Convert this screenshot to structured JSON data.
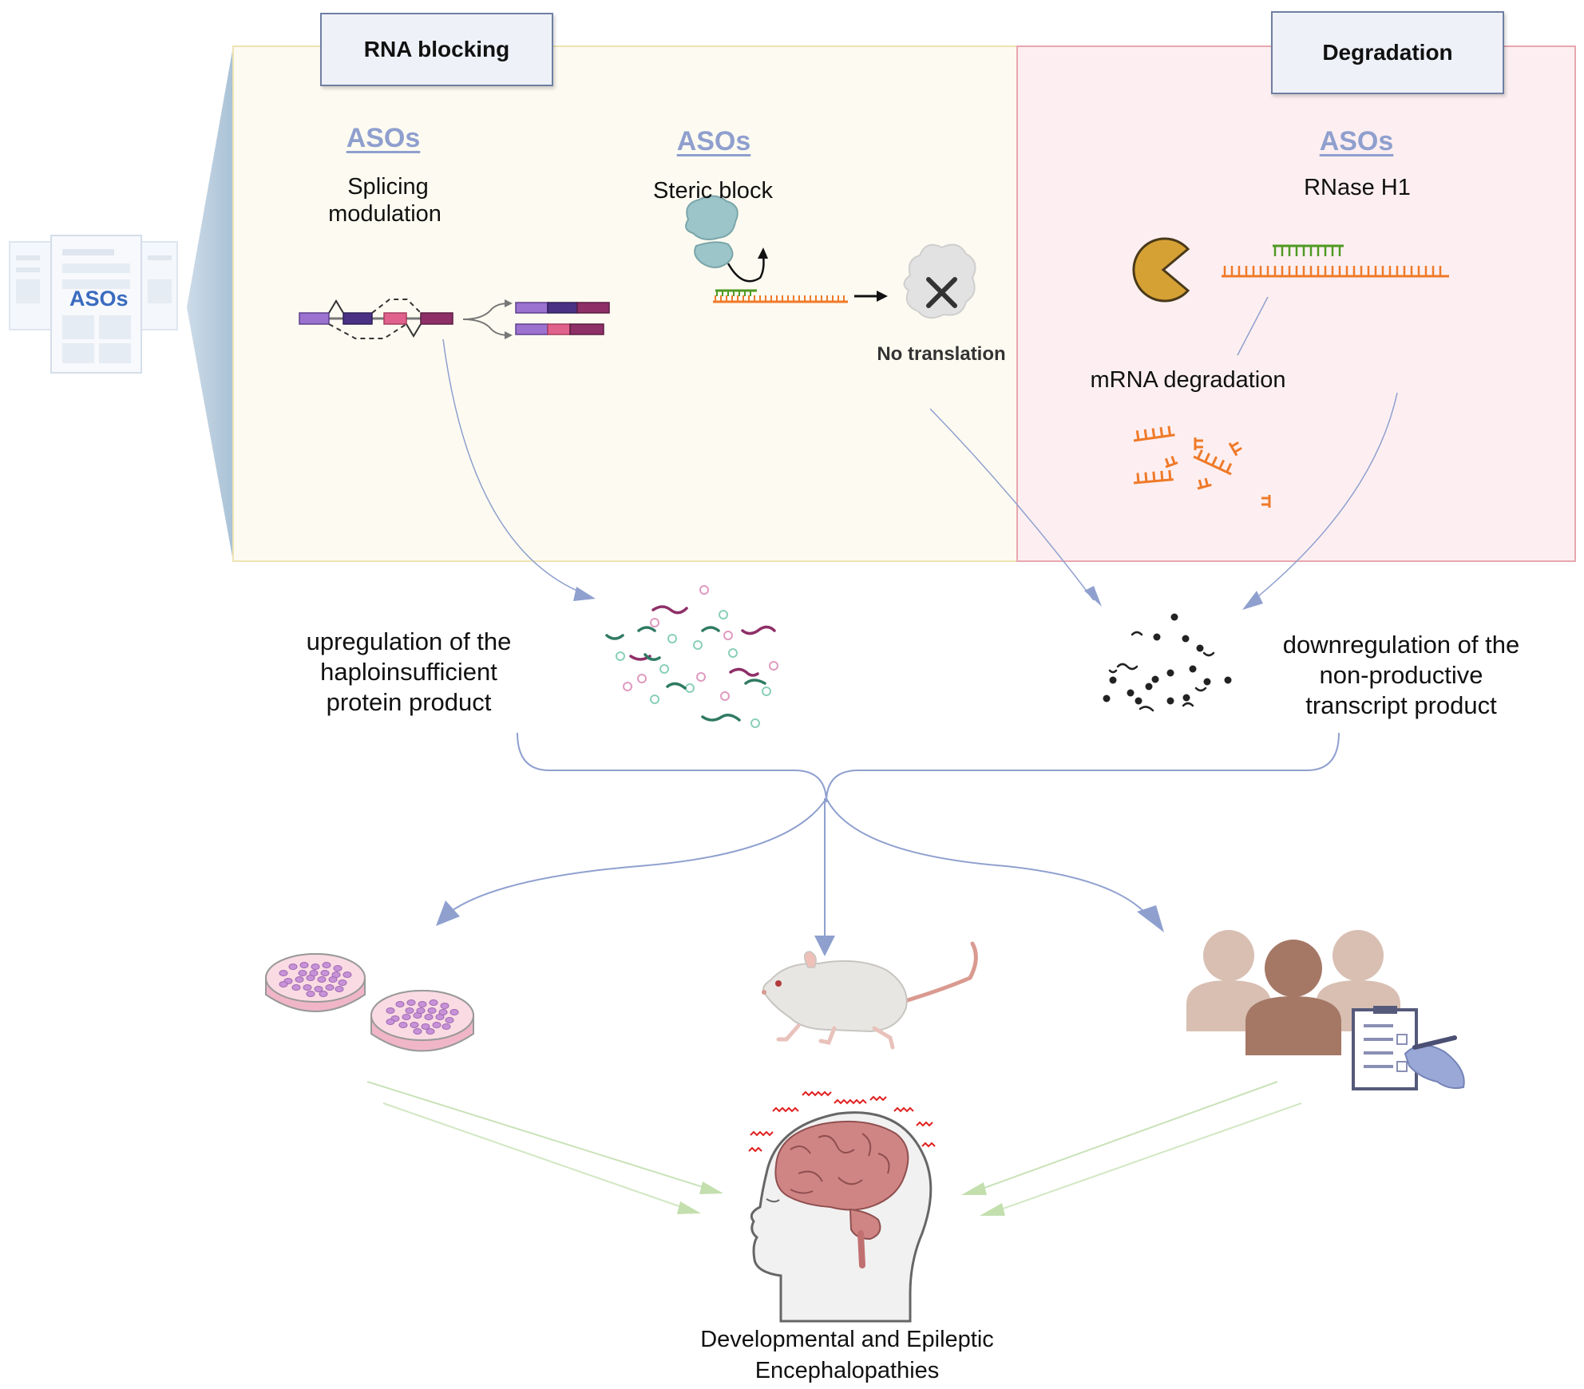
{
  "source_doc": {
    "label": "ASOs"
  },
  "panels": {
    "rna_blocking": {
      "title": "RNA blocking"
    },
    "degradation": {
      "title": "Degradation"
    }
  },
  "mechanisms": {
    "splicing": {
      "aso": "ASOs",
      "line1": "Splicing",
      "line2": "modulation"
    },
    "steric": {
      "aso": "ASOs",
      "line1": "Steric block",
      "note": "No translation"
    },
    "rnase": {
      "aso": "ASOs",
      "line1": "RNase H1",
      "note": "mRNA degradation"
    }
  },
  "outcomes": {
    "upregulation": [
      "upregulation of the",
      "haploinsufficient",
      "protein product"
    ],
    "downregulation": [
      "downregulation of the",
      "non-productive",
      "transcript product"
    ]
  },
  "models": {
    "cells_icon": "petri-dish-icon",
    "animal_icon": "mouse-icon",
    "patients_icon": "patients-icon"
  },
  "target": {
    "line1": "Developmental and Epileptic",
    "line2": "Encephalopathies"
  },
  "colors": {
    "panel_yellow": "#fdfbf1",
    "panel_red": "#fdeff1",
    "arrow_blue": "#8fa0cf",
    "arrow_green": "#bfdcaa",
    "orange": "#ef7a29",
    "green": "#4f9a23"
  }
}
